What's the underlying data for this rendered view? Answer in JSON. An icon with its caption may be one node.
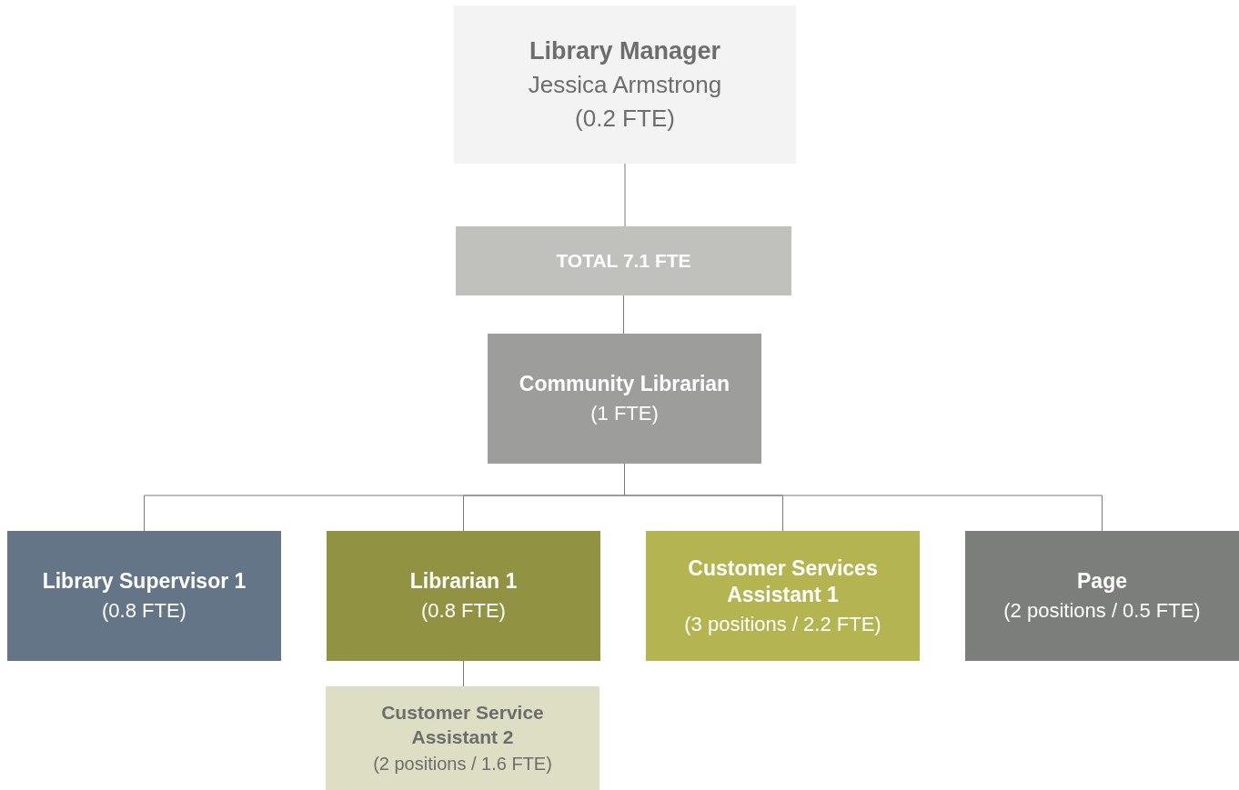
{
  "diagram": {
    "nodes": [
      {
        "text": [
          "Library Manager",
          "Jessica Armstrong",
          "(0.2 FTE)"
        ]
      },
      {
        "text": [
          "TOTAL 7.1 FTE"
        ]
      },
      {
        "text": [
          "Community Librarian",
          "(1 FTE)"
        ]
      },
      {
        "text": [
          "Library Supervisor 1",
          "(0.8 FTE)"
        ]
      },
      {
        "text": [
          "Librarian 1",
          "(0.8 FTE)"
        ]
      },
      {
        "text": [
          "Customer Services Assistant 1",
          "(3 positions / 2.2 FTE)"
        ]
      },
      {
        "text": [
          "Page",
          "(2 positions / 0.5 FTE)"
        ]
      },
      {
        "text": [
          "Customer Service Assistant 2",
          "(2 positions / 1.6 FTE)"
        ]
      }
    ],
    "edges": [
      {
        "from": 0,
        "to": 1,
        "arrow": "none"
      },
      {
        "from": 1,
        "to": 2,
        "arrow": "none"
      },
      {
        "from": 2,
        "to": 3,
        "arrow": "none"
      },
      {
        "from": 2,
        "to": 4,
        "arrow": "none"
      },
      {
        "from": 2,
        "to": 5,
        "arrow": "none"
      },
      {
        "from": 2,
        "to": 6,
        "arrow": "none"
      },
      {
        "from": 4,
        "to": 7,
        "arrow": "none"
      }
    ]
  }
}
